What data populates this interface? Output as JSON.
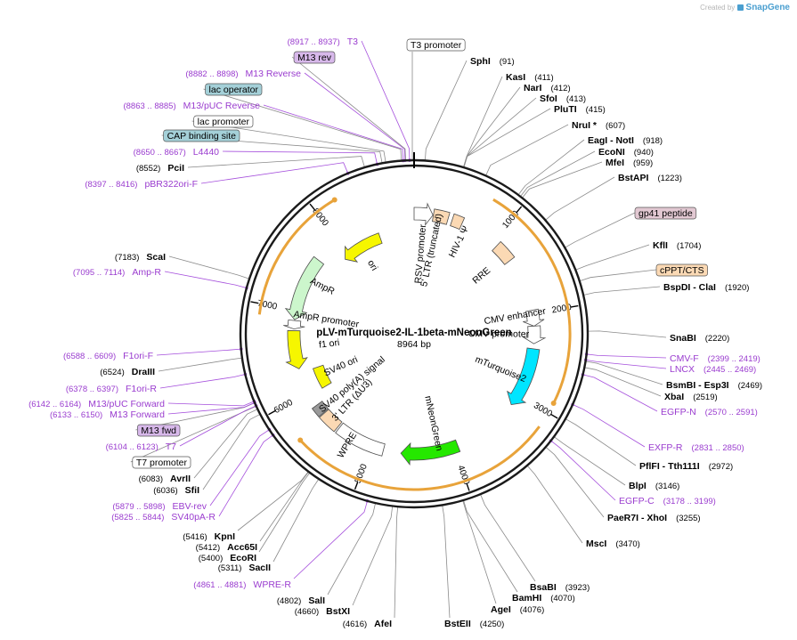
{
  "app": {
    "credit_prefix": "Created by",
    "brand": "SnapGene"
  },
  "plasmid": {
    "name": "pLV-mTurquoise2-IL-1beta-mNeonGreen",
    "length_label": "8964 bp",
    "length": 8964
  },
  "colors": {
    "enzyme": "#000000",
    "primer": "#9a3ccf",
    "backbone": "#1a1a1a",
    "orange_track": "#e8a33a"
  },
  "tick_labels": [
    "1000",
    "2000",
    "3000",
    "4000",
    "5000",
    "6000",
    "7000",
    "8000"
  ],
  "right_labels": [
    {
      "type": "enzyme",
      "name": "SphI",
      "pos": "(91)",
      "bp": 91
    },
    {
      "type": "enzyme",
      "name": "KasI",
      "pos": "(411)",
      "bp": 411
    },
    {
      "type": "enzyme",
      "name": "NarI",
      "pos": "(412)",
      "bp": 412
    },
    {
      "type": "enzyme",
      "name": "SfoI",
      "pos": "(413)",
      "bp": 413
    },
    {
      "type": "enzyme",
      "name": "PluTI",
      "pos": "(415)",
      "bp": 415
    },
    {
      "type": "enzyme",
      "name": "NruI *",
      "pos": "(607)",
      "bp": 607
    },
    {
      "type": "enzyme",
      "name": "EagI - NotI",
      "pos": "(918)",
      "bp": 918
    },
    {
      "type": "enzyme",
      "name": "EcoNI",
      "pos": "(940)",
      "bp": 940
    },
    {
      "type": "enzyme",
      "name": "MfeI",
      "pos": "(959)",
      "bp": 959
    },
    {
      "type": "enzyme",
      "name": "BstAPI",
      "pos": "(1223)",
      "bp": 1223
    },
    {
      "type": "box",
      "name": "gp41 peptide",
      "box": "#e2c8d2",
      "bp": 1500
    },
    {
      "type": "enzyme",
      "name": "KflI",
      "pos": "(1704)",
      "bp": 1704
    },
    {
      "type": "box",
      "name": "cPPT/CTS",
      "box": "#fbd9b4",
      "bp": 1800
    },
    {
      "type": "enzyme",
      "name": "BspDI - ClaI",
      "pos": "(1920)",
      "bp": 1920
    },
    {
      "type": "enzyme",
      "name": "SnaBI",
      "pos": "(2220)",
      "bp": 2220
    },
    {
      "type": "primer",
      "name": "CMV-F",
      "pos": "(2399 .. 2419)",
      "bp": 2409
    },
    {
      "type": "primer",
      "name": "LNCX",
      "pos": "(2445 .. 2469)",
      "bp": 2457
    },
    {
      "type": "enzyme",
      "name": "BsmBI - Esp3I",
      "pos": "(2469)",
      "bp": 2469
    },
    {
      "type": "enzyme",
      "name": "XbaI",
      "pos": "(2519)",
      "bp": 2519
    },
    {
      "type": "primer",
      "name": "EGFP-N",
      "pos": "(2570 .. 2591)",
      "bp": 2580
    },
    {
      "type": "primer",
      "name": "EXFP-R",
      "pos": "(2831 .. 2850)",
      "bp": 2840
    },
    {
      "type": "enzyme",
      "name": "PflFI - Tth111I",
      "pos": "(2972)",
      "bp": 2972
    },
    {
      "type": "enzyme",
      "name": "BlpI",
      "pos": "(3146)",
      "bp": 3146
    },
    {
      "type": "primer",
      "name": "EGFP-C",
      "pos": "(3178 .. 3199)",
      "bp": 3188
    },
    {
      "type": "enzyme",
      "name": "PaeR7I - XhoI",
      "pos": "(3255)",
      "bp": 3255
    },
    {
      "type": "enzyme",
      "name": "MscI",
      "pos": "(3470)",
      "bp": 3470
    }
  ],
  "bottom_labels": [
    {
      "type": "enzyme",
      "name": "BsaBI",
      "pos": "(3923)",
      "bp": 3923
    },
    {
      "type": "enzyme",
      "name": "BamHI",
      "pos": "(4070)",
      "bp": 4070
    },
    {
      "type": "enzyme",
      "name": "AgeI",
      "pos": "(4076)",
      "bp": 4076
    },
    {
      "type": "enzyme",
      "name": "BstEII",
      "pos": "(4250)",
      "bp": 4250
    },
    {
      "type": "enzyme",
      "name": "AfeI",
      "pos": "(4616)",
      "bp": 4616
    },
    {
      "type": "enzyme",
      "name": "BstXI",
      "pos": "(4660)",
      "bp": 4660
    },
    {
      "type": "enzyme",
      "name": "SalI",
      "pos": "(4802)",
      "bp": 4802
    },
    {
      "type": "primer",
      "name": "WPRE-R",
      "pos": "(4861 .. 4881)",
      "bp": 4871
    },
    {
      "type": "enzyme",
      "name": "SacII",
      "pos": "(5311)",
      "bp": 5311
    },
    {
      "type": "enzyme",
      "name": "EcoRI",
      "pos": "(5400)",
      "bp": 5400
    },
    {
      "type": "enzyme",
      "name": "Acc65I",
      "pos": "(5412)",
      "bp": 5412
    },
    {
      "type": "enzyme",
      "name": "KpnI",
      "pos": "(5416)",
      "bp": 5416
    }
  ],
  "left_labels": [
    {
      "type": "primer",
      "name": "SV40pA-R",
      "pos": "(5825 .. 5844)",
      "bp": 5834
    },
    {
      "type": "primer",
      "name": "EBV-rev",
      "pos": "(5879 .. 5898)",
      "bp": 5888
    },
    {
      "type": "enzyme",
      "name": "SfiI",
      "pos": "(6036)",
      "bp": 6036
    },
    {
      "type": "enzyme",
      "name": "AvrII",
      "pos": "(6083)",
      "bp": 6083
    },
    {
      "type": "box",
      "name": "T7 promoter",
      "box": "#ffffff",
      "bp": 6110
    },
    {
      "type": "primer",
      "name": "T7",
      "pos": "(6104 .. 6123)",
      "bp": 6113
    },
    {
      "type": "box",
      "name": "M13 fwd",
      "box": "#d7b8ea",
      "bp": 6140
    },
    {
      "type": "primer",
      "name": "M13 Forward",
      "pos": "(6133 .. 6150)",
      "bp": 6141
    },
    {
      "type": "primer",
      "name": "M13/pUC Forward",
      "pos": "(6142 .. 6164)",
      "bp": 6153
    },
    {
      "type": "primer",
      "name": "F1ori-R",
      "pos": "(6378 .. 6397)",
      "bp": 6387
    },
    {
      "type": "enzyme",
      "name": "DraIII",
      "pos": "(6524)",
      "bp": 6524
    },
    {
      "type": "primer",
      "name": "F1ori-F",
      "pos": "(6588 .. 6609)",
      "bp": 6598
    },
    {
      "type": "primer",
      "name": "Amp-R",
      "pos": "(7095 .. 7114)",
      "bp": 7104
    },
    {
      "type": "enzyme",
      "name": "ScaI",
      "pos": "(7183)",
      "bp": 7183
    },
    {
      "type": "primer",
      "name": "pBR322ori-F",
      "pos": "(8397 .. 8416)",
      "bp": 8406
    },
    {
      "type": "enzyme",
      "name": "PciI",
      "pos": "(8552)",
      "bp": 8552
    },
    {
      "type": "primer",
      "name": "L4440",
      "pos": "(8650 .. 8667)",
      "bp": 8658
    },
    {
      "type": "box",
      "name": "CAP binding site",
      "box": "#a4d0d8",
      "bp": 8700
    },
    {
      "type": "box",
      "name": "lac promoter",
      "box": "#ffffff",
      "bp": 8730
    },
    {
      "type": "primer",
      "name": "M13/pUC Reverse",
      "pos": "(8863 .. 8885)",
      "bp": 8874
    },
    {
      "type": "box",
      "name": "lac operator",
      "box": "#a4d0d8",
      "bp": 8860
    },
    {
      "type": "primer",
      "name": "M13 Reverse",
      "pos": "(8882 .. 8898)",
      "bp": 8890
    },
    {
      "type": "box",
      "name": "M13 rev",
      "box": "#d7b8ea",
      "bp": 8895
    },
    {
      "type": "primer",
      "name": "T3",
      "pos": "(8917 .. 8937)",
      "bp": 8927
    }
  ],
  "top_labels": [
    {
      "type": "box",
      "name": "T3 promoter",
      "box": "#ffffff",
      "bp": 8950
    }
  ],
  "features": [
    {
      "name": "RSV promoter",
      "start": 8964,
      "end": 225,
      "color": "#ffffff",
      "dir": 1,
      "ring": 1
    },
    {
      "name": "5' LTR (truncated)",
      "start": 230,
      "end": 410,
      "color": "#fbd9b4",
      "dir": 0,
      "ring": 1
    },
    {
      "name": "HIV-1 Ψ",
      "start": 460,
      "end": 585,
      "color": "#fbd9b4",
      "dir": 0,
      "ring": 1
    },
    {
      "name": "RRE",
      "start": 1075,
      "end": 1310,
      "color": "#fbd9b4",
      "dir": 0,
      "ring": 1
    },
    {
      "name": "CMV enhancer",
      "start": 1960,
      "end": 2150,
      "color": "#ffffff",
      "dir": 1,
      "ring": 1
    },
    {
      "name": "CMV promoter",
      "start": 2150,
      "end": 2360,
      "color": "#ffffff",
      "dir": 1,
      "ring": 1
    },
    {
      "name": "mTurquoise2",
      "start": 2420,
      "end": 3140,
      "color": "#00e5ff",
      "dir": 1,
      "ring": 1
    },
    {
      "name": "mNeonGreen",
      "start": 3950,
      "end": 4640,
      "color": "#25e800",
      "dir": 1,
      "ring": 1
    },
    {
      "name": "WPRE",
      "start": 4850,
      "end": 5440,
      "color": "#ffffff",
      "dir": 0,
      "ring": 1
    },
    {
      "name": "3' LTR (ΔU3)",
      "start": 5460,
      "end": 5690,
      "color": "#fbd9b4",
      "dir": 0,
      "ring": 1
    },
    {
      "name": "SV40 poly(A) signal",
      "start": 5700,
      "end": 5820,
      "color": "#999999",
      "dir": 0,
      "ring": 1
    },
    {
      "name": "SV40 ori",
      "start": 5960,
      "end": 6250,
      "color": "#f6f600",
      "dir": 0,
      "ring": 0
    },
    {
      "name": "f1 ori",
      "start": 6300,
      "end": 6760,
      "color": "#f6f600",
      "dir": -1,
      "ring": 1
    },
    {
      "name": "AmpR promoter",
      "start": 6780,
      "end": 6880,
      "color": "#ffffff",
      "dir": -1,
      "ring": 1
    },
    {
      "name": "AmpR",
      "start": 6890,
      "end": 7660,
      "color": "#ccf6cc",
      "dir": -1,
      "ring": 1
    },
    {
      "name": "ori",
      "start": 7900,
      "end": 8480,
      "color": "#f6f600",
      "dir": -1,
      "ring": 0
    }
  ],
  "feature_labels": [
    {
      "text": "RSV promoter"
    },
    {
      "text": "5' LTR (truncated)"
    },
    {
      "text": "HIV-1 Ψ"
    },
    {
      "text": "RRE"
    },
    {
      "text": "CMV enhancer"
    },
    {
      "text": "CMV promoter"
    },
    {
      "text": "mTurquoise2"
    },
    {
      "text": "mNeonGreen"
    },
    {
      "text": "WPRE"
    },
    {
      "text": "3' LTR (ΔU3)"
    },
    {
      "text": "SV40 poly(A) signal"
    },
    {
      "text": "SV40 ori"
    },
    {
      "text": "f1 ori"
    },
    {
      "text": "AmpR promoter"
    },
    {
      "text": "AmpR"
    },
    {
      "text": "ori"
    }
  ],
  "orange_arcs": [
    {
      "start": 760,
      "end": 2900
    },
    {
      "start": 3150,
      "end": 5650
    },
    {
      "start": 6900,
      "end": 8200
    }
  ]
}
